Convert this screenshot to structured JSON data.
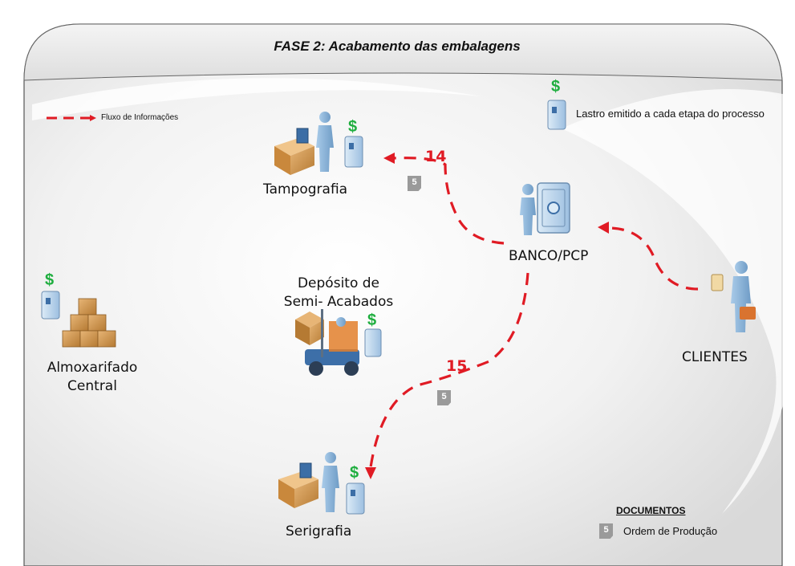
{
  "title": "FASE 2: Acabamento das embalagens",
  "legend": {
    "flow_label": "Fluxo de Informações",
    "lastro_label": "Lastro emitido a cada etapa do processo",
    "lastro_symbol": "$"
  },
  "nodes": {
    "tampografia": "Tampografia",
    "banco": "BANCO/PCP",
    "clientes": "CLIENTES",
    "deposito_line1": "Depósito de",
    "deposito_line2": "Semi- Acabados",
    "almox_line1": "Almoxarifado",
    "almox_line2": "Central",
    "serigrafia": "Serigrafia"
  },
  "steps": {
    "s14": "14",
    "s15": "15"
  },
  "documents": {
    "header": "DOCUMENTOS",
    "doc_number": "5",
    "doc_label": "Ordem de Produção"
  },
  "colors": {
    "flow": "#e01b24",
    "money": "#1fae3f",
    "figure": "#8ab4d9",
    "box": "#c9883c",
    "document": "#9a9a9a"
  }
}
